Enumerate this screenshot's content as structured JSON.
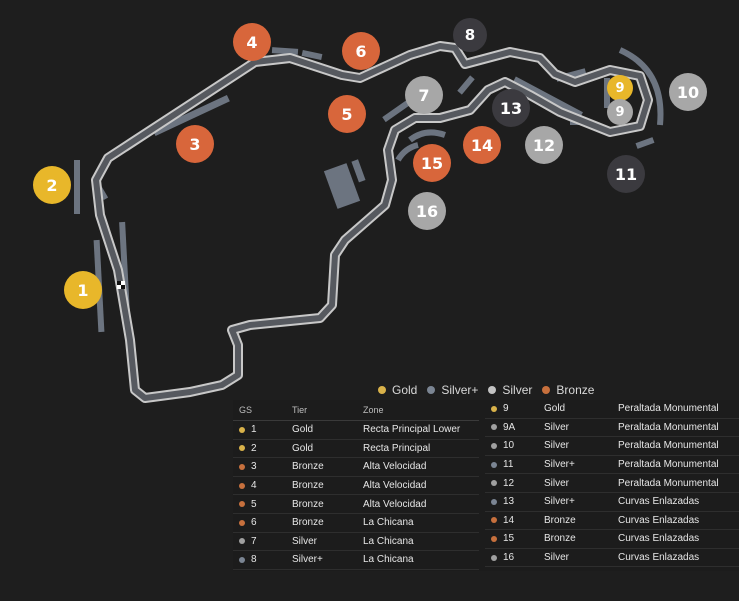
{
  "colors": {
    "background": "#1e1e1e",
    "track": "#56595f",
    "track_edge": "#c8c8c8",
    "stand": "#6c7480",
    "Gold": "#e8b72a",
    "Silver+": "#3b3a3f",
    "Silver": "#a7a7a7",
    "Bronze": "#d8663b"
  },
  "legend": {
    "items": [
      {
        "label": "Gold",
        "color": "#d9b24a"
      },
      {
        "label": "Silver+",
        "color": "#7b8593"
      },
      {
        "label": "Silver",
        "color": "#c3c3c3"
      },
      {
        "label": "Bronze",
        "color": "#c7703d"
      }
    ]
  },
  "markers": [
    {
      "label": "1",
      "tier": "Gold"
    },
    {
      "label": "2",
      "tier": "Gold"
    },
    {
      "label": "3",
      "tier": "Bronze"
    },
    {
      "label": "4",
      "tier": "Bronze"
    },
    {
      "label": "5",
      "tier": "Bronze"
    },
    {
      "label": "6",
      "tier": "Bronze"
    },
    {
      "label": "7",
      "tier": "Silver"
    },
    {
      "label": "8",
      "tier": "Silver+"
    },
    {
      "label": "9",
      "tier": "Gold"
    },
    {
      "label": "9",
      "tier": "Silver"
    },
    {
      "label": "10",
      "tier": "Silver"
    },
    {
      "label": "11",
      "tier": "Silver+"
    },
    {
      "label": "12",
      "tier": "Silver"
    },
    {
      "label": "13",
      "tier": "Silver+"
    },
    {
      "label": "14",
      "tier": "Bronze"
    },
    {
      "label": "15",
      "tier": "Bronze"
    },
    {
      "label": "16",
      "tier": "Silver"
    }
  ],
  "table": {
    "headers": {
      "gs": "GS",
      "tier": "Tier",
      "zone": "Zone"
    },
    "left_rows": [
      {
        "gs": "1",
        "tier": "Gold",
        "zone": "Recta Principal Lower",
        "dot": "#d9b24a"
      },
      {
        "gs": "2",
        "tier": "Gold",
        "zone": "Recta Principal",
        "dot": "#d9b24a"
      },
      {
        "gs": "3",
        "tier": "Bronze",
        "zone": "Alta Velocidad",
        "dot": "#c7703d"
      },
      {
        "gs": "4",
        "tier": "Bronze",
        "zone": "Alta Velocidad",
        "dot": "#c7703d"
      },
      {
        "gs": "5",
        "tier": "Bronze",
        "zone": "Alta Velocidad",
        "dot": "#c7703d"
      },
      {
        "gs": "6",
        "tier": "Bronze",
        "zone": "La Chicana",
        "dot": "#c7703d"
      },
      {
        "gs": "7",
        "tier": "Silver",
        "zone": "La Chicana",
        "dot": "#a0a0a0"
      },
      {
        "gs": "8",
        "tier": "Silver+",
        "zone": "La Chicana",
        "dot": "#7b8593"
      }
    ],
    "right_rows": [
      {
        "gs": "9",
        "tier": "Gold",
        "zone": "Peraltada Monumental",
        "dot": "#d9b24a"
      },
      {
        "gs": "9A",
        "tier": "Silver",
        "zone": "Peraltada Monumental",
        "dot": "#a0a0a0"
      },
      {
        "gs": "10",
        "tier": "Silver",
        "zone": "Peraltada Monumental",
        "dot": "#a0a0a0"
      },
      {
        "gs": "11",
        "tier": "Silver+",
        "zone": "Peraltada Monumental",
        "dot": "#7b8593"
      },
      {
        "gs": "12",
        "tier": "Silver",
        "zone": "Peraltada Monumental",
        "dot": "#a0a0a0"
      },
      {
        "gs": "13",
        "tier": "Silver+",
        "zone": "Curvas Enlazadas",
        "dot": "#7b8593"
      },
      {
        "gs": "14",
        "tier": "Bronze",
        "zone": "Curvas Enlazadas",
        "dot": "#c7703d"
      },
      {
        "gs": "15",
        "tier": "Bronze",
        "zone": "Curvas Enlazadas",
        "dot": "#c7703d"
      },
      {
        "gs": "16",
        "tier": "Silver",
        "zone": "Curvas Enlazadas",
        "dot": "#a0a0a0"
      }
    ]
  }
}
